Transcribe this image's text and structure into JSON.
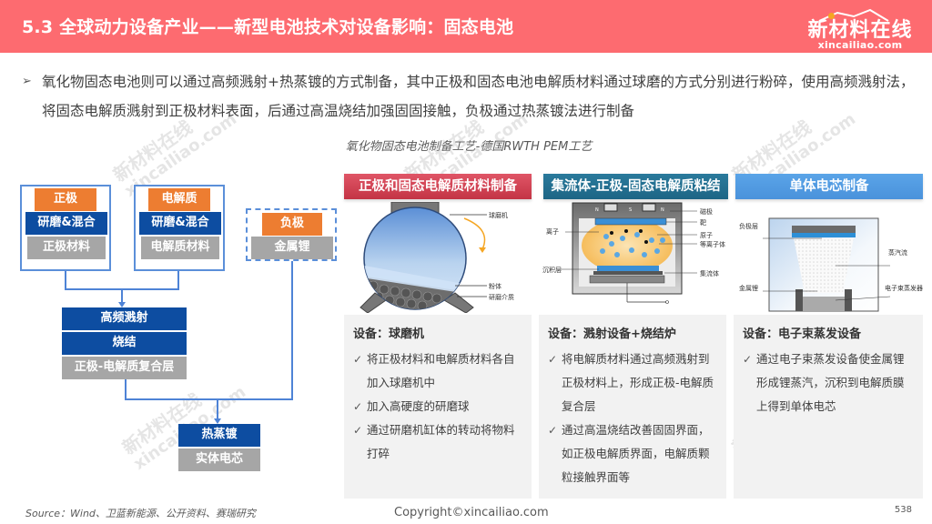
{
  "header": {
    "title": "5.3 全球动力设备产业——新型电池技术对设备影响：固态电池",
    "logo_cn": "新材料在线",
    "logo_en": "xincailiao.com",
    "background_color": "#fd6b70"
  },
  "bullet": {
    "text": "氧化物固态电池则可以通过高频溅射+热蒸镀的方式制备，其中正极和固态电池电解质材料通过球磨的方式分别进行粉碎，使用高频溅射法，将固态电解质溅射到正极材料表面，后通过高温烧结加强固固接触，负极通过热蒸镀法进行制备"
  },
  "caption": "氧化物固态电池制备工艺-德国RWTH PEM工艺",
  "flow": {
    "cathode": {
      "top": "正极",
      "mid": "研磨&混合",
      "bottom": "正极材料"
    },
    "electrolyte": {
      "top": "电解质",
      "mid": "研磨&混合",
      "bottom": "电解质材料"
    },
    "anode": {
      "top": "负极",
      "bottom": "金属锂"
    },
    "step1": "高频溅射",
    "step2": "烧结",
    "step3": "正极-电解质复合层",
    "step4": "热蒸镀",
    "step5": "实体电芯"
  },
  "panels": [
    {
      "header": "正极和固态电解质材料制备",
      "labels": [
        "球磨机",
        "粉体",
        "研磨介质"
      ],
      "body_title": "设备：球磨机",
      "items": [
        "将正极材料和电解质材料各自加入球磨机中",
        "加入高硬度的研磨球",
        "通过研磨机缸体的转动将物料打碎"
      ]
    },
    {
      "header": "集流体-正极-固态电解质粘结",
      "labels": [
        "磁极",
        "靶",
        "原子",
        "等离子体",
        "集流体",
        "离子",
        "沉积层",
        "N",
        "S",
        "N"
      ],
      "body_title": "设备：溅射设备+烧结炉",
      "items": [
        "将电解质材料通过高频溅射到正极材料上，形成正极-电解质复合层",
        "通过高温烧结改善固固界面，如正极电解质界面，电解质颗粒接触界面等"
      ]
    },
    {
      "header": "单体电芯制备",
      "labels": [
        "负极层",
        "蒸汽流",
        "金属锂",
        "电子束蒸发器"
      ],
      "body_title": "设备：电子束蒸发设备",
      "items": [
        "通过电子束蒸发设备使金属锂形成锂蒸汽，沉积到电解质膜上得到单体电芯"
      ]
    }
  ],
  "footer": {
    "source": "Source：Wind、卫蓝新能源、公开资料、赛瑞研究",
    "copyright": "Copyright©xincailiao.com",
    "page": "538"
  },
  "watermark": {
    "cn": "新材料在线",
    "en": "xincailiao.com"
  }
}
